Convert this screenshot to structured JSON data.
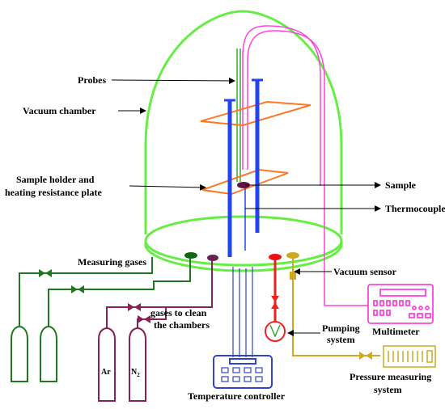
{
  "labels": {
    "probes": "Probes",
    "vacuum_chamber": "Vacuum chamber",
    "sample_holder_line1": "Sample holder and",
    "sample_holder_line2": "heating resistance plate",
    "sample": "Sample",
    "thermocouple": "Thermocouple",
    "measuring_gases": "Measuring gases",
    "gases_clean_line1": "gases to clean",
    "gases_clean_line2": "the chambers",
    "vacuum_sensor": "Vacuum sensor",
    "pumping_line1": "Pumping",
    "pumping_line2": "system",
    "multimeter": "Multimeter",
    "pressure_line1": "Pressure measuring",
    "pressure_line2": "system",
    "temperature_controller": "Temperature controller",
    "cylinder_ar": "Ar",
    "cylinder_n2": "N",
    "cylinder_n2_sub": "2"
  },
  "colors": {
    "chamber": "#66ee44",
    "plate": "#ff7722",
    "probe": "#2244ee",
    "wire_magenta": "#ff44dd",
    "wire_green": "#33aa33",
    "gas_line": "#227722",
    "clean_line": "#882255",
    "sensor_line": "#ccaa22",
    "pump_red": "#ee2222",
    "controller": "#3344cc",
    "arrow": "#000000"
  }
}
